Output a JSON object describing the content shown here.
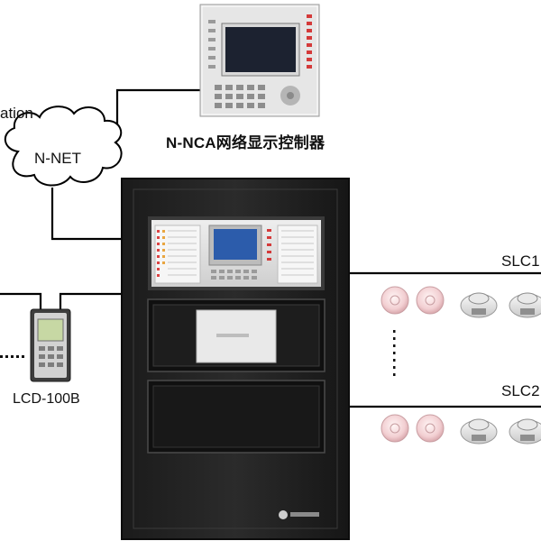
{
  "labels": {
    "network_partial": "ation",
    "cloud": "N-NET",
    "nnca": "N-NCA网络显示控制器",
    "lcd": "LCD-100B",
    "slc1": "SLC1",
    "slc2": "SLC2"
  },
  "devices": {
    "smoke_detector_count_per_loop": 2,
    "heat_detector_count_per_loop": 2
  }
}
